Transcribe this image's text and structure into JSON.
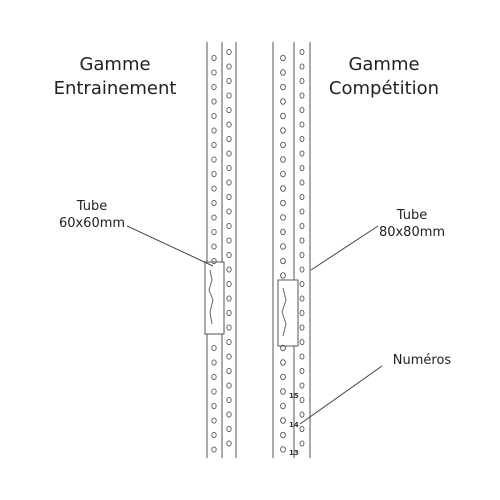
{
  "left_range": {
    "line1": "Gamme",
    "line2": "Entrainement"
  },
  "right_range": {
    "line1": "Gamme",
    "line2": "Compétition"
  },
  "callouts": {
    "tube_small": {
      "line1": "Tube",
      "line2": "60x60mm"
    },
    "tube_large": {
      "line1": "Tube",
      "line2": "80x80mm"
    },
    "numbers": "Numéros"
  },
  "post_numbers": [
    "15",
    "14",
    "13"
  ],
  "colors": {
    "outline": "#555555",
    "text": "#222222",
    "leader": "#444444"
  }
}
